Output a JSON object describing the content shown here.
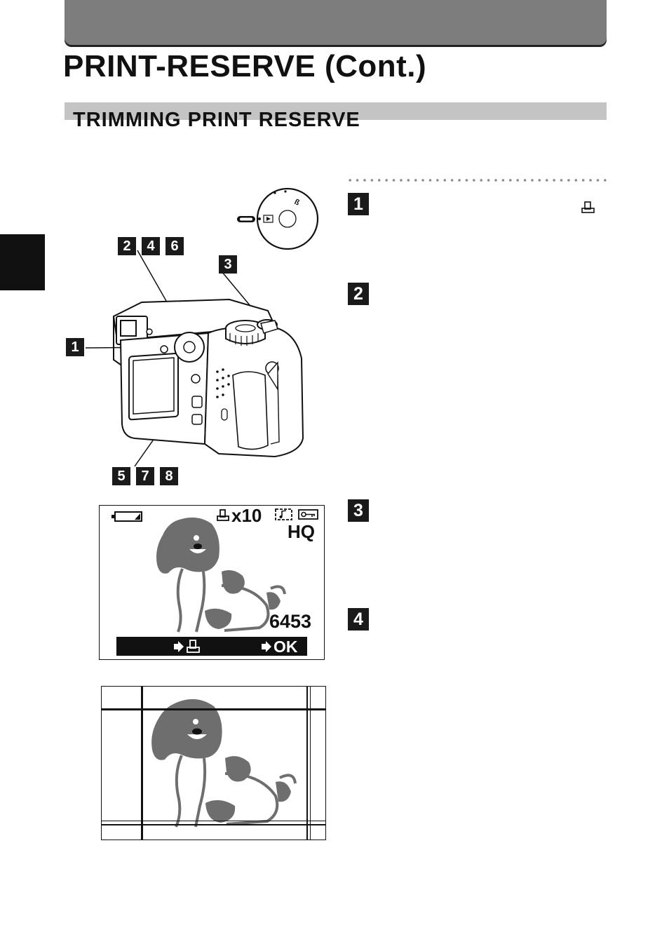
{
  "page": {
    "title": "PRINT-RESERVE (Cont.)",
    "subtitle": "TRIMMING PRINT RESERVE"
  },
  "steps": [
    "1",
    "2",
    "3",
    "4"
  ],
  "figure_tags": {
    "group_a": [
      "2",
      "4",
      "6"
    ],
    "single_b": "3",
    "single_c": "1",
    "group_d": [
      "5",
      "7",
      "8"
    ]
  },
  "lcd": {
    "print_count": "x10",
    "quality": "HQ",
    "frame_number": "6453",
    "ok_label": "OK"
  },
  "colors": {
    "header_gray": "#7d7d7d",
    "subheader_gray": "#c4c4c4",
    "step_black": "#1a1a1a",
    "dog_gray": "#6e6e6e"
  }
}
